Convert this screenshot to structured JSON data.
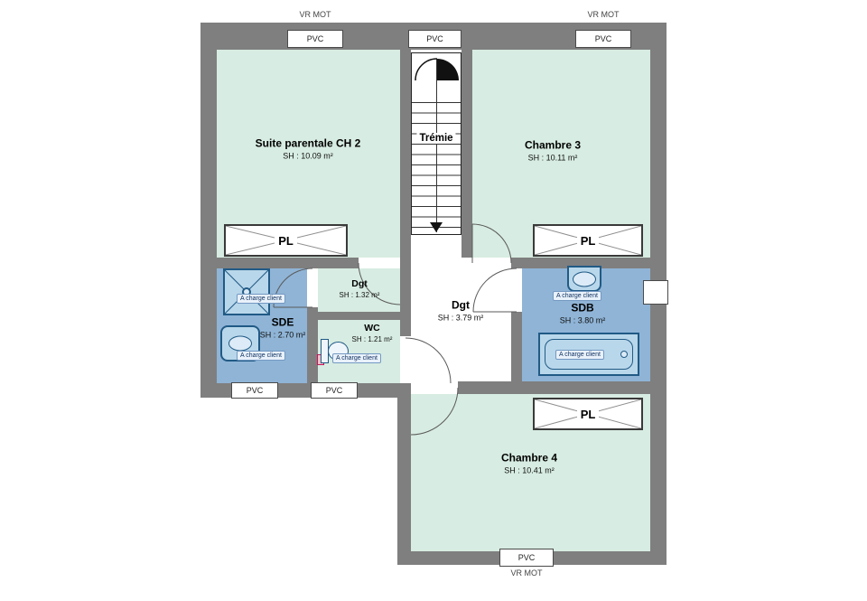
{
  "plan": {
    "rooms": {
      "suite": {
        "name": "Suite parentale CH 2",
        "area": "SH : 10.09 m²"
      },
      "chambre3": {
        "name": "Chambre 3",
        "area": "SH : 10.11 m²"
      },
      "chambre4": {
        "name": "Chambre 4",
        "area": "SH : 10.41 m²"
      },
      "tremie": {
        "name": "Trémie"
      },
      "dgt_upper": {
        "name": "Dgt",
        "area": "SH : 1.32 m²"
      },
      "dgt_main": {
        "name": "Dgt",
        "area": "SH : 3.79 m²"
      },
      "sde": {
        "name": "SDE",
        "area": "SH : 2.70 m²"
      },
      "wc": {
        "name": "WC",
        "area": "SH : 1.21 m²"
      },
      "sdb": {
        "name": "SDB",
        "area": "SH : 3.80 m²"
      }
    },
    "closet_label": "PL",
    "fixture_note": "A charge client",
    "window_labels": {
      "pvc": "PVC",
      "vr_mot": "VR MOT"
    },
    "colors": {
      "wall": "#7f7f7f",
      "bedroom_floor": "#d7ece2",
      "bathroom_floor": "#8fb4d6",
      "fixture_fill": "#b9d7eb",
      "fixture_border": "#215a85"
    }
  }
}
